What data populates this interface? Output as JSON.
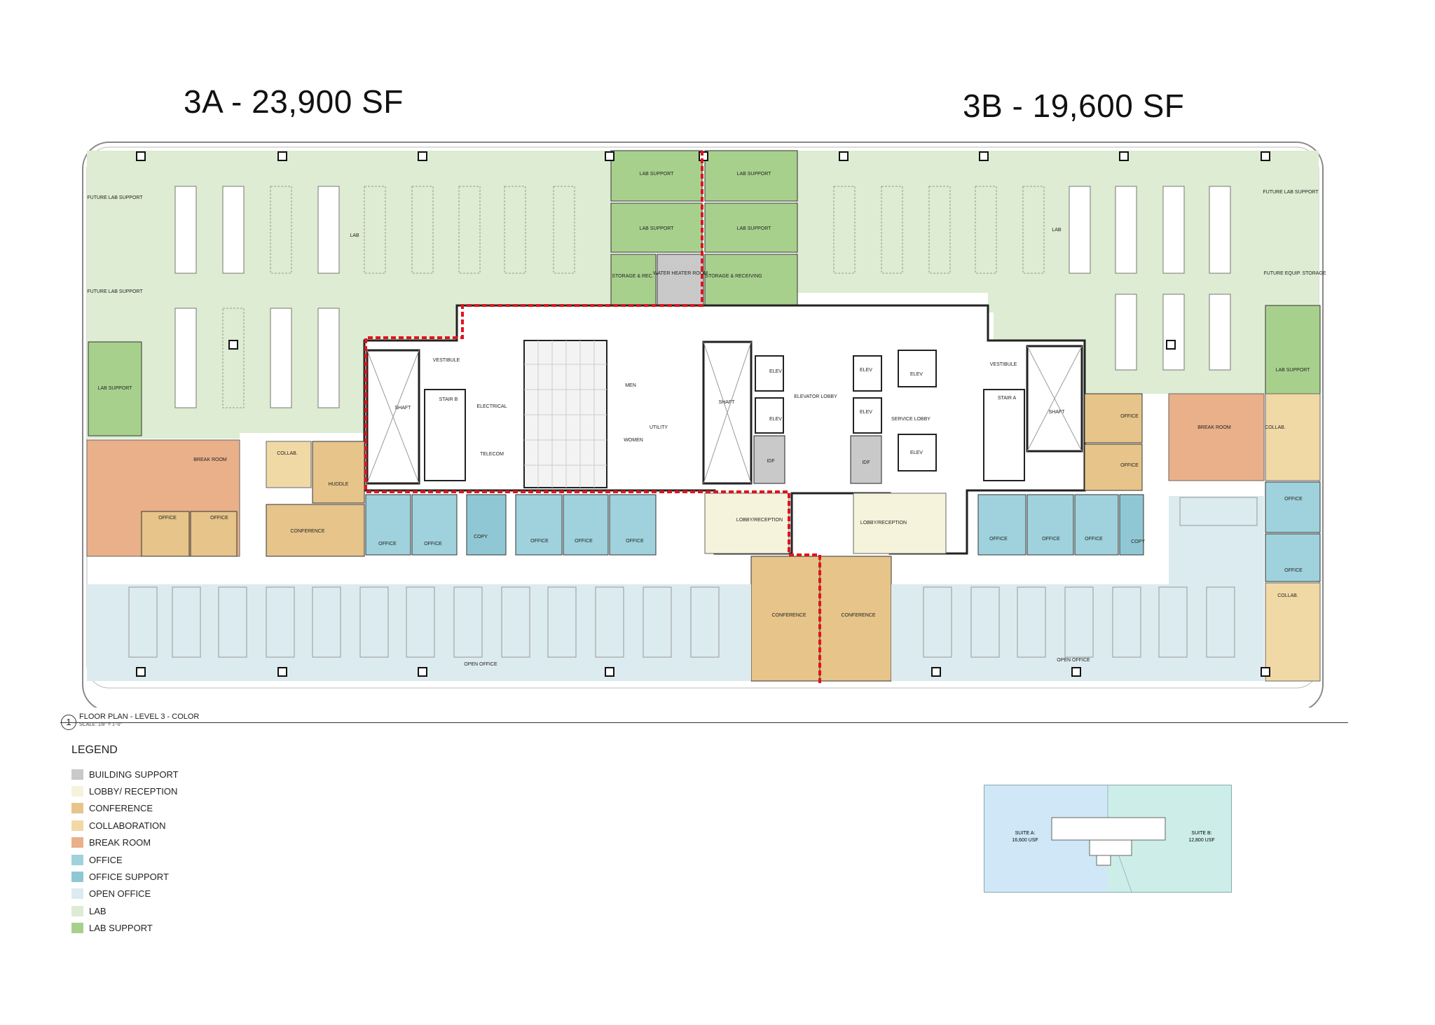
{
  "suites": {
    "a_title": "3A - 23,900 SF",
    "b_title": "3B - 19,600 SF"
  },
  "rooms": {
    "lab": "LAB",
    "lab_support": "LAB SUPPORT",
    "future_lab_support": "FUTURE LAB SUPPORT",
    "future_equip_storage": "FUTURE EQUIP. STORAGE",
    "storage_rec": "STORAGE & REC.",
    "water_heater_room": "WATER HEATER ROOM",
    "storage_receiving": "STORAGE & RECEIVING",
    "vestibule": "VESTIBULE",
    "shaft": "SHAFT",
    "stair_a": "STAIR A",
    "stair_b": "STAIR B",
    "electrical": "ELECTRICAL",
    "telecom": "TELECOM",
    "men": "MEN",
    "women": "WOMEN",
    "utility": "UTILITY",
    "elev": "ELEV",
    "elevator_lobby": "ELEVATOR LOBBY",
    "service_lobby": "SERVICE LOBBY",
    "idf": "IDF",
    "lobby_reception": "LOBBY/RECEPTION",
    "break_room": "BREAK ROOM",
    "collab": "COLLAB.",
    "huddle": "HUDDLE",
    "office": "OFFICE",
    "conference": "CONFERENCE",
    "copy": "COPY",
    "open_office": "OPEN OFFICE"
  },
  "caption": {
    "number": "1",
    "title": "FLOOR PLAN - LEVEL 3 - COLOR",
    "scale": "SCALE: 1/8\" = 1'-0\""
  },
  "legend": {
    "title": "LEGEND",
    "items": [
      {
        "label": "BUILDING SUPPORT",
        "color": "#c9c9c9"
      },
      {
        "label": "LOBBY/ RECEPTION",
        "color": "#f6f3dc"
      },
      {
        "label": "CONFERENCE",
        "color": "#e6c48a"
      },
      {
        "label": "COLLABORATION",
        "color": "#f1d9a6"
      },
      {
        "label": "BREAK ROOM",
        "color": "#e9b08a"
      },
      {
        "label": "OFFICE",
        "color": "#9fd2dc"
      },
      {
        "label": "OFFICE SUPPORT",
        "color": "#8fc8d4"
      },
      {
        "label": "OPEN OFFICE",
        "color": "#dcebf0"
      },
      {
        "label": "LAB",
        "color": "#ddecd2"
      },
      {
        "label": "LAB SUPPORT",
        "color": "#a8d08d"
      }
    ]
  },
  "keyplan": {
    "suite_a": "SUITE A:",
    "suite_a_area": "16,600 USF",
    "suite_b": "SUITE B:",
    "suite_b_area": "12,800 USF"
  },
  "colors": {
    "building_support": "#c9c9c9",
    "lobby": "#f6f3dc",
    "conference": "#e6c48a",
    "collaboration": "#f1d9a6",
    "break_room": "#e9b08a",
    "office": "#9fd2dc",
    "open_office": "#dcebf0",
    "lab": "#ddecd2",
    "lab_support": "#a8d08d",
    "demising_line": "#e0141c"
  }
}
